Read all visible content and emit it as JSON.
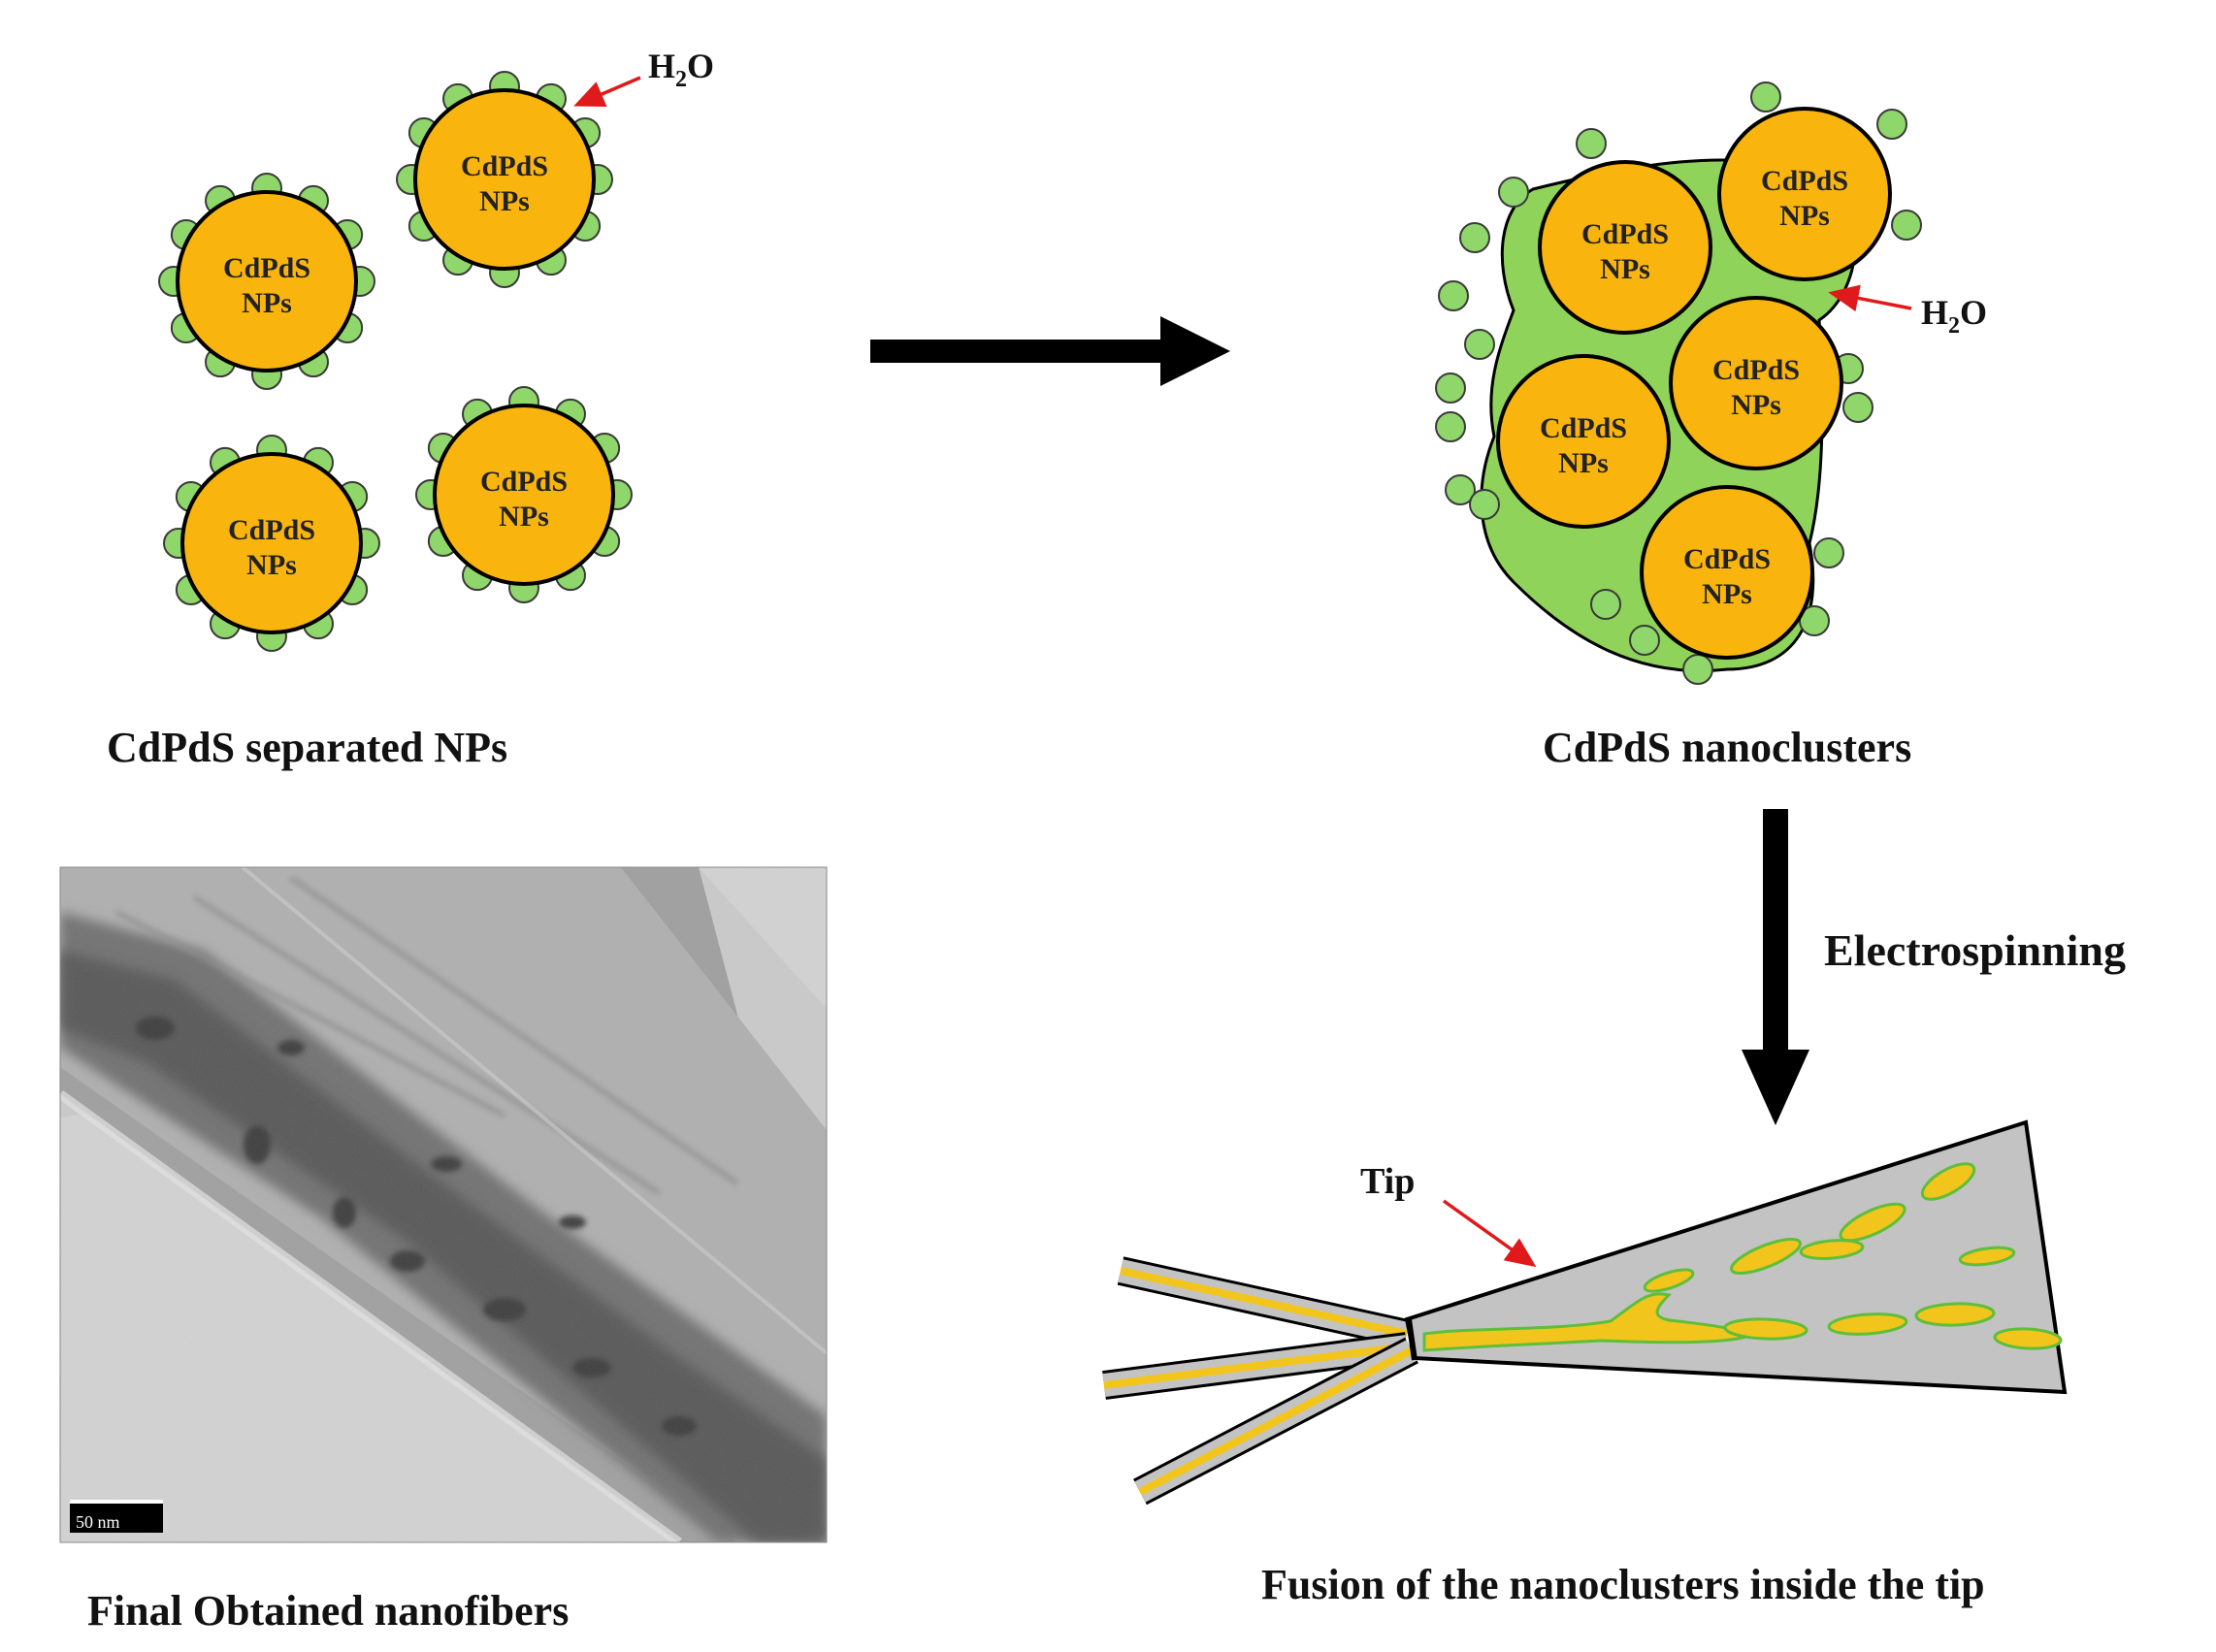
{
  "labels": {
    "water_top": "H",
    "water_top_sub": "2",
    "water_top_end": "O",
    "water_cluster": "H",
    "water_cluster_sub": "2",
    "water_cluster_end": "O",
    "separated_caption": "CdPdS separated NPs",
    "cluster_caption": "CdPdS nanoclusters",
    "process_label": "Electrospinning",
    "tip_label": "Tip",
    "fusion_caption": "Fusion of the nanoclusters inside the tip",
    "final_caption": "Final Obtained nanofibers",
    "scale_bar": "50 nm"
  },
  "particles": [
    {
      "line1": "CdPdS",
      "line2": "NPs"
    },
    {
      "line1": "CdPdS",
      "line2": "NPs"
    },
    {
      "line1": "CdPdS",
      "line2": "NPs"
    },
    {
      "line1": "CdPdS",
      "line2": "NPs"
    },
    {
      "line1": "CdPdS",
      "line2": "NPs"
    },
    {
      "line1": "CdPdS",
      "line2": "NPs"
    },
    {
      "line1": "CdPdS",
      "line2": "NPs"
    },
    {
      "line1": "CdPdS",
      "line2": "NPs"
    },
    {
      "line1": "CdPdS",
      "line2": "NPs"
    }
  ],
  "colors": {
    "particle_fill": "#f9b50e",
    "ligand_fill": "#8fd76a",
    "water_matrix": "#8fd35a",
    "arrow_black": "#000000",
    "arrow_red": "#e0191b",
    "cone_fill": "#c3c3c3",
    "fiber_yellow": "#f2c51d",
    "fiber_green": "#5fbe3a",
    "tem_background": "#d9d9d9"
  }
}
